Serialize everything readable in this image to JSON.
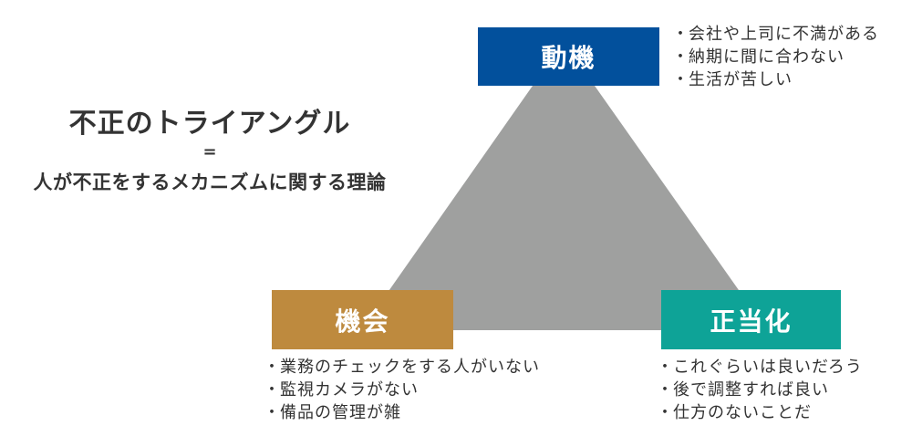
{
  "title": {
    "main": "不正のトライアングル",
    "equals": "=",
    "subtitle": "人が不正をするメカニズムに関する理論"
  },
  "colors": {
    "triangle": "#9fa09f",
    "motive": "#02509c",
    "opportunity": "#be8a3e",
    "rationalization": "#0ea397",
    "text": "#333333"
  },
  "bullet": "・",
  "factors": {
    "motive": {
      "label": "動機",
      "items": [
        "会社や上司に不満がある",
        "納期に間に合わない",
        "生活が苦しい"
      ]
    },
    "opportunity": {
      "label": "機会",
      "items": [
        "業務のチェックをする人がいない",
        "監視カメラがない",
        "備品の管理が雑"
      ]
    },
    "rationalization": {
      "label": "正当化",
      "items": [
        "これぐらいは良いだろう",
        "後で調整すれば良い",
        "仕方のないことだ"
      ]
    }
  }
}
